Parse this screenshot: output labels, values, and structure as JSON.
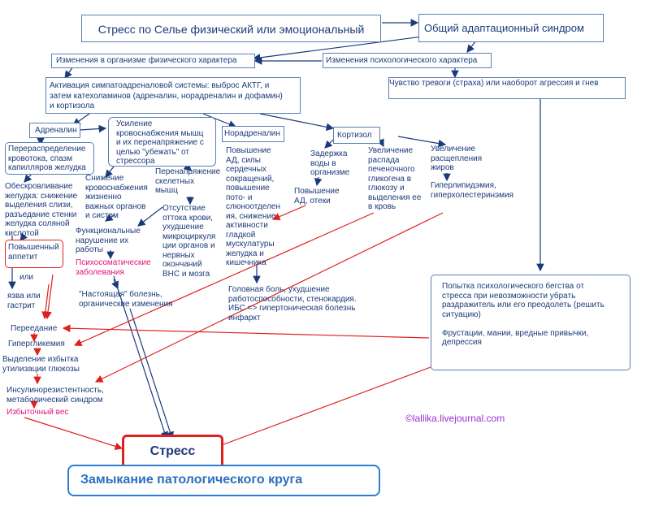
{
  "nodes": {
    "stress_selye": "Стресс по Селье физический или эмоциональный",
    "general_adaptation": "Общий адаптационный синдром",
    "physical_changes": "Изменения  в организме физического характера",
    "psych_changes": "Изменения психологического характера",
    "sympathoadrenal": "Активация симпатоадреналовой системы: выброс АКТГ, и\nзатем катехоламинов (адреналин, норадреналин и дофамин)\nи кортизола",
    "anxiety": "Чувство тревоги (страха) или наоборот агрессия и гнев",
    "adrenaline": "Адреналин",
    "blood_supply_up": "Усиление\nкровоснабжения мышц\nи их перенапряжение с\nцелью \"убежать\" от\nстрессора",
    "noradrenaline": "Норадреналин",
    "cortisol": "Кортизол",
    "redistribution": "Перераспределение\nкровотока, спазм\nкапилляров желудка",
    "water_retention": "Задержка\nводы в\nорганизме",
    "glycogen": "Увеличение\nраспада\nпеченочного\nгликогена в\nглюкозу и\nвыделения ее\nв кровь",
    "fat_breakdown": "Увеличение\nрасщепления\nжиров",
    "heart_rate": "Повышение\nАД, силы\nсердечных\nсокращений,\nповышение\nпото- и\nслюноотделен\nия, снижение\nактивности\nгладкой\nмускулатуры\nжелудка и\nкишечника",
    "dehydration_stomach": "Обескровливание\nжелудка: снижение\nвыделения слизи,\nразъедание стенки\nжелудка соляной\nкислотой",
    "reduced_blood_supply": "Снижение\nкровоснабжения\nжизненно\nважных органов\nи систем",
    "muscle_strain": "Перенапряжение\nскелетных\nмышц",
    "bp_edema": "Повышение\nАД, отеки",
    "hyperlipidemia": "Гиперлипидэмия,\nгиперхолестеринэмия",
    "blood_outflow": "Отсутствие\nоттока крови,\nухудшение\nмикроциркуля\nции органов и\nнервных\nокончаний\nВНС и мозга",
    "functional_disorder": "Функциональные\nнарушение их\nработы",
    "increased_appetite": "Повышенный\nаппетит",
    "psychosomatic": "Психосоматические\nзаболевания",
    "or1": "или",
    "ulcer_gastritis": "язва или\nгастрит",
    "real_diseases": "\"Настоящая\" болезнь,\nорганические изменения",
    "headache": "Головная боль, ухудшение\nработоспособности, стенокардия.\nИБС => гипертоническая болезнь\nинфаркт",
    "psych_escape": "Попытка психологического бегства от\nстресса при невозможности убрать\nраздражитель или его преодолеть (решить\nситуацию)\n\nФрустации, мании, вредные привычки,\nдепрессия",
    "overeating": "Переедание",
    "hyperglycemia": "Гипергликемия",
    "glucose_excess": "Выделение избытка\nутилизации глюкозы",
    "insulin_resistance": "Инсулинорезистентность,\nметаболический синдром",
    "excess_weight": "Избыточный вес",
    "stress_final": "Стресс",
    "vicious_circle": "Замыкание патологического круга",
    "copyright": "©lallika.livejournal.com"
  },
  "colors": {
    "text": "#1b3a7a",
    "box_border": "#5a7fb0",
    "arrow_blue": "#1b3a7a",
    "arrow_red": "#e0201e",
    "pink_text": "#e0157a",
    "purple_text": "#9b2fd0",
    "stress_border": "#e0201e",
    "circle_border": "#2a7fd4"
  }
}
